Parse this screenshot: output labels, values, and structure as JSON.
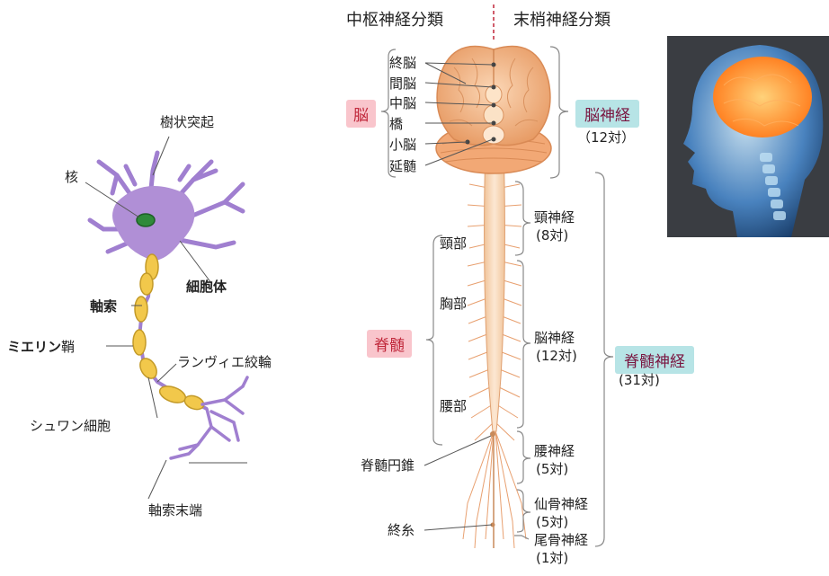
{
  "headers": {
    "central": "中枢神経分類",
    "peripheral": "末梢神経分類"
  },
  "neuron": {
    "dendrite": "樹状突起",
    "nucleus": "核",
    "cell_body": "細胞体",
    "axon": "軸索",
    "myelin_bold": "ミエリン",
    "myelin_rest": "鞘",
    "node_ranvier": "ランヴィエ絞輪",
    "schwann": "シュワン細胞",
    "axon_terminal": "軸索末端"
  },
  "brain_parts": [
    "終脳",
    "間脳",
    "中脳",
    "橋",
    "小脳",
    "延髄"
  ],
  "brain_tag": "脳",
  "cranial": {
    "name": "脳神経",
    "count": "（12対）"
  },
  "cord_parts": {
    "neck": "頸部",
    "chest": "胸部",
    "lumbar": "腰部"
  },
  "cord_tag": "脊髄",
  "cone": "脊髄円錐",
  "filum": "終糸",
  "spinal_groups": [
    {
      "name": "頸神経",
      "count": "(8対)"
    },
    {
      "name": "脳神経",
      "count": "(12対)"
    },
    {
      "name": "腰神経",
      "count": "(5対)"
    },
    {
      "name": "仙骨神経",
      "count": "(5対)"
    },
    {
      "name": "尾骨神経",
      "count": "(1対)"
    }
  ],
  "spinal_total": {
    "name": "脊髄神経",
    "count": "(31対)"
  },
  "colors": {
    "neuron_purple": "#b08fd6",
    "myelin_yellow": "#f2c84b",
    "nucleus_green": "#2f8a3a",
    "brain_orange": "#f2b081",
    "bracket_gray": "#888888"
  }
}
